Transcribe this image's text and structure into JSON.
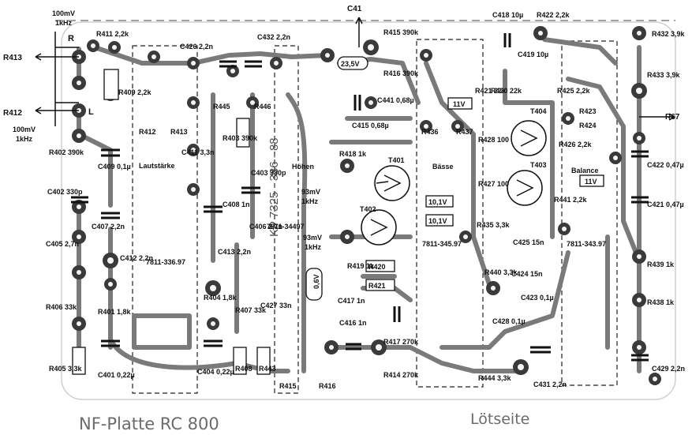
{
  "title": "NF-Platte RC 800",
  "side_label": "Lötseite",
  "modules": {
    "left": "7811-336.97",
    "middle": "7811-345.97",
    "right": "7811-343.97",
    "middle_top": "7811-34497"
  },
  "sections": {
    "volume": "Lautstärke",
    "treble": "Höhen",
    "bass": "Bässe",
    "balance": "Balance"
  },
  "part_number": "KP 7325 - 386 - 88",
  "signals": {
    "input_r": [
      "100mV",
      "1kHz"
    ],
    "input_l": [
      "100mV",
      "1kHz"
    ],
    "mid1": [
      "93mV",
      "1kHz"
    ],
    "mid2": [
      "93mV",
      "1kHz"
    ]
  },
  "connectors": [
    "R413",
    "R412",
    "R67",
    "C41",
    "R",
    "L"
  ],
  "voltages": [
    "23,5V",
    "11V",
    "10,1V",
    "10,1V",
    "11V",
    "0,6V"
  ],
  "components": [
    "R411 2,2k",
    "R409 2,2k",
    "R402 390k",
    "C402 330p",
    "C405 2,7n",
    "R406 33k",
    "R405 3,3k",
    "C401 0,22µ",
    "C409 0,1µ",
    "C407 2,2n",
    "C412 2,2n",
    "R401 1,8k",
    "C426 2,2n",
    "C432 2,2n",
    "R445",
    "R446",
    "R412",
    "R413",
    "C411 3,3n",
    "R403 390k",
    "C403 330p",
    "C408 1n",
    "C406 2,7n",
    "C413 2,2n",
    "R404 1,8k",
    "R407 33k",
    "C427 33n",
    "C404 0,22µ",
    "R408",
    "R443",
    "R415",
    "R416",
    "R415 390k",
    "R416 390k",
    "C441 0,68µ",
    "C415 0,68µ",
    "R418 1k",
    "T401",
    "T402",
    "R419 1k",
    "R420",
    "R421",
    "C417 1n",
    "C416 1n",
    "R417 270k",
    "R414 270k",
    "R444 3,3k",
    "C418 10µ",
    "R422 2,2k",
    "C419 10µ",
    "R421 22k",
    "R420 22k",
    "R425 2,2k",
    "R436",
    "R437",
    "R428 100",
    "R427 100",
    "T404",
    "T403",
    "R426 2,2k",
    "R441 2,2k",
    "R423",
    "R424",
    "R435 3,3k",
    "C425 15n",
    "R440 3,3k",
    "C424 15n",
    "C423 0,1µ",
    "C428 0,1µ",
    "C431 2,2n",
    "R432 3,9k",
    "R433 3,9k",
    "C422 0,47µ",
    "C421 0,47µ",
    "R439 1k",
    "R438 1k",
    "C429 2,2n"
  ]
}
